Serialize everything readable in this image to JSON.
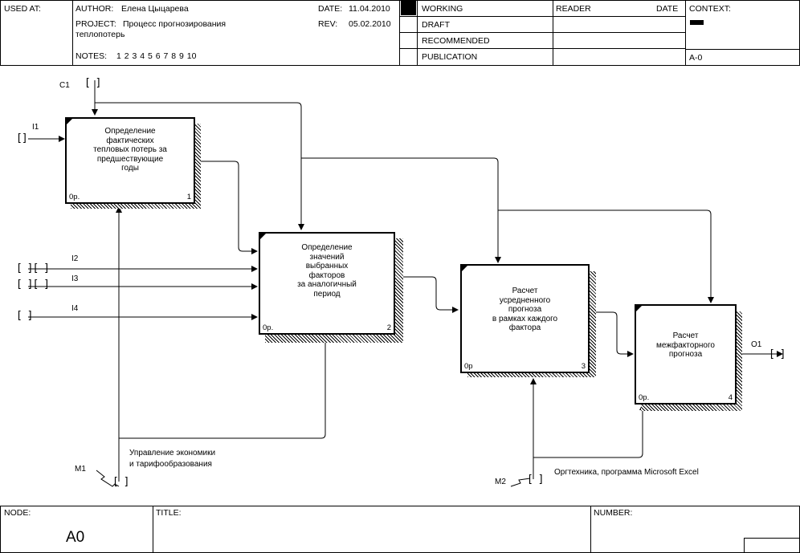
{
  "header": {
    "used_at_label": "USED AT:",
    "author_label": "AUTHOR:",
    "author_name": "Елена Цыцарева",
    "project_label": "PROJECT:",
    "project_name_line1": "Процесс прогнозирования",
    "project_name_line2": "теплопотерь",
    "notes_label": "NOTES:",
    "notes_numbers": "1 2 3 4 5 6 7 8 9 10",
    "date_label": "DATE:",
    "date_value": "11.04.2010",
    "rev_label": "REV:",
    "rev_value": "05.02.2010",
    "status": [
      "WORKING",
      "DRAFT",
      "RECOMMENDED",
      "PUBLICATION"
    ],
    "reader_label": "READER",
    "reader_date_label": "DATE",
    "context_label": "CONTEXT:",
    "context_node": "A-0"
  },
  "boxes": [
    {
      "title": "Определение\nфактических\nтепловых потерь за\nпредшествующие\nгоды",
      "cost": "0р.",
      "number": "1"
    },
    {
      "title": "Определение\nзначений\nвыбранных\nфакторов\nза аналогичный\nпериод",
      "cost": "0р.",
      "number": "2"
    },
    {
      "title": "Расчет\nусредненного\nпрогноза\nв рамках каждого\nфактора",
      "cost": "0р",
      "number": "3"
    },
    {
      "title": "Расчет\nмежфакторного\nпрогноза",
      "cost": "0р.",
      "number": "4"
    }
  ],
  "arrows": {
    "c1": "C1",
    "i1": "I1",
    "i2": "I2",
    "i3": "I3",
    "i4": "I4",
    "o1": "O1",
    "m1": "M1",
    "m2": "M2",
    "m1_label_line1": "Управление экономики",
    "m1_label_line2": "и тарифообразования",
    "m2_label": "Оргтехника, программа Microsoft Excel"
  },
  "footer": {
    "node_label": "NODE:",
    "node_value": "A0",
    "title_label": "TITLE:",
    "number_label": "NUMBER:"
  }
}
